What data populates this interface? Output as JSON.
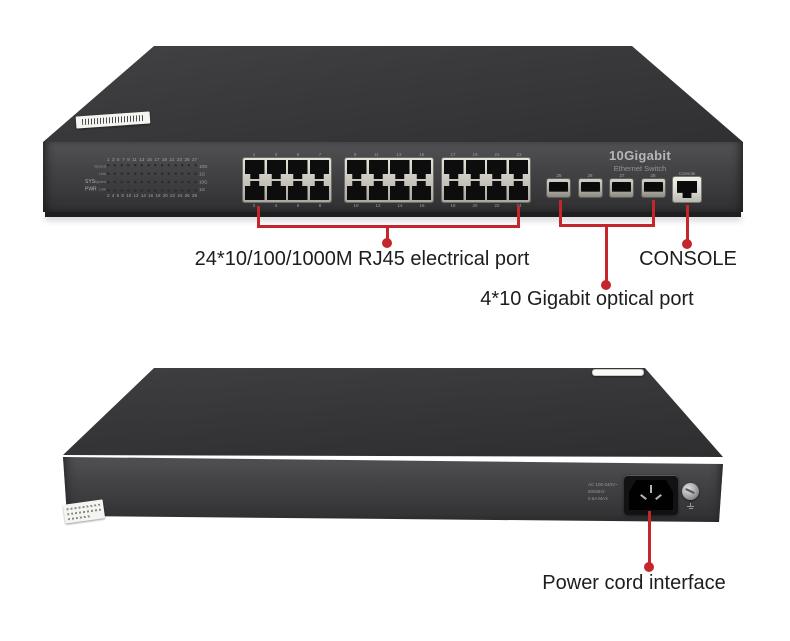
{
  "front_view": {
    "brand": {
      "title": "10Gigabit",
      "subtitle": "Ethernet Switch"
    },
    "led_panel": {
      "top_numbers": [
        "1",
        "3",
        "5",
        "7",
        "9",
        "11",
        "13",
        "15",
        "17",
        "19",
        "21",
        "23",
        "25",
        "27"
      ],
      "bottom_numbers": [
        "2",
        "4",
        "6",
        "8",
        "10",
        "12",
        "14",
        "16",
        "18",
        "20",
        "22",
        "24",
        "26",
        "28"
      ],
      "left_labels": [
        "SYS",
        "PWR"
      ],
      "row_labels": [
        "Speed",
        "Link",
        "Speed",
        "Link"
      ],
      "right_labels": [
        "10G",
        "1G",
        "10G",
        "1G"
      ],
      "rows": 4,
      "cols": 14
    },
    "rj45_groups": [
      {
        "top_numbers": [
          "1",
          "3",
          "5",
          "7"
        ],
        "bottom_numbers": [
          "2",
          "4",
          "6",
          "8"
        ]
      },
      {
        "top_numbers": [
          "9",
          "11",
          "13",
          "15"
        ],
        "bottom_numbers": [
          "10",
          "12",
          "14",
          "16"
        ]
      },
      {
        "top_numbers": [
          "17",
          "19",
          "21",
          "23"
        ],
        "bottom_numbers": [
          "18",
          "20",
          "22",
          "24"
        ]
      }
    ],
    "sfp_ports": [
      {
        "label": "25"
      },
      {
        "label": "26"
      },
      {
        "label": "27"
      },
      {
        "label": "28"
      }
    ],
    "console_port": {
      "label": "Console"
    }
  },
  "rear_view": {
    "power_inlet_text": [
      "AC 100-240V~",
      "50/60Hz",
      "0.6A MAX"
    ]
  },
  "annotations": {
    "rj45": {
      "label": "24*10/100/1000M RJ45 electrical port"
    },
    "optical": {
      "label": "4*10 Gigabit optical port"
    },
    "console": {
      "label": "CONSOLE"
    },
    "power": {
      "label": "Power cord interface"
    },
    "line_color": "#c5262c",
    "text_color": "#1d1d1f"
  },
  "colors": {
    "background": "#ffffff",
    "chassis_top": "#3a3a3c",
    "chassis_front": "#454548",
    "port_metal": "#d6d3ca",
    "port_hole": "#0c0c0c"
  }
}
